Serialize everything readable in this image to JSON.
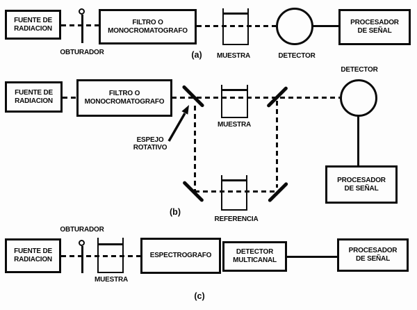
{
  "colors": {
    "line": "#0a0a0a",
    "background": "#fdfdfd"
  },
  "row_a": {
    "tag": "(a)",
    "source_line1": "FUENTE DE",
    "source_line2": "RADIACION",
    "shutter_label": "OBTURADOR",
    "filter_line1": "FILTRO O",
    "filter_line2": "MONOCROMATOGRAFO",
    "sample_label": "MUESTRA",
    "detector_label": "DETECTOR",
    "processor_line1": "PROCESADOR",
    "processor_line2": "DE SEÑAL"
  },
  "row_b": {
    "tag": "(b)",
    "source_line1": "FUENTE DE",
    "source_line2": "RADIACION",
    "filter_line1": "FILTRO O",
    "filter_line2": "MONOCROMATOGRAFO",
    "mirror_line1": "ESPEJO",
    "mirror_line2": "ROTATIVO",
    "sample_label": "MUESTRA",
    "reference_label": "REFERENCIA",
    "detector_label": "DETECTOR",
    "processor_line1": "PROCESADOR",
    "processor_line2": "DE SEÑAL"
  },
  "row_c": {
    "tag": "(c)",
    "shutter_label": "OBTURADOR",
    "source_line1": "FUENTE DE",
    "source_line2": "RADIACION",
    "sample_label": "MUESTRA",
    "spectrograph_label": "ESPECTROGRAFO",
    "detector_line1": "DETECTOR",
    "detector_line2": "MULTICANAL",
    "processor_line1": "PROCESADOR",
    "processor_line2": "DE SEÑAL"
  }
}
